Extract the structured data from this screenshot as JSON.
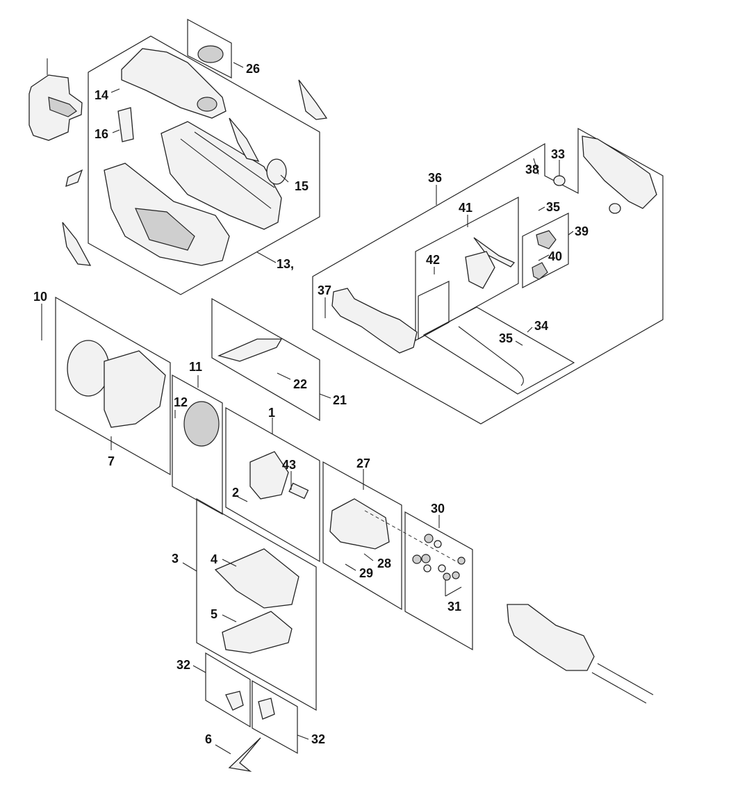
{
  "diagram": {
    "type": "exploded-parts-diagram",
    "callouts": {
      "p1": "1",
      "p2": "2",
      "p3": "3",
      "p4": "4",
      "p5": "5",
      "p6": "6",
      "p7": "7",
      "p10": "10",
      "p11": "11",
      "p12": "12",
      "p13": "13,",
      "p14": "14",
      "p15": "15",
      "p16": "16",
      "p21": "21",
      "p22": "22",
      "p26": "26",
      "p27": "27",
      "p28": "28",
      "p29": "29",
      "p30": "30",
      "p31": "31",
      "p32a": "32",
      "p32b": "32",
      "p33": "33",
      "p34": "34",
      "p35a": "35",
      "p35b": "35",
      "p36": "36",
      "p37": "37",
      "p38": "38",
      "p39": "39",
      "p40": "40",
      "p41": "41",
      "p42": "42",
      "p43": "43"
    }
  }
}
